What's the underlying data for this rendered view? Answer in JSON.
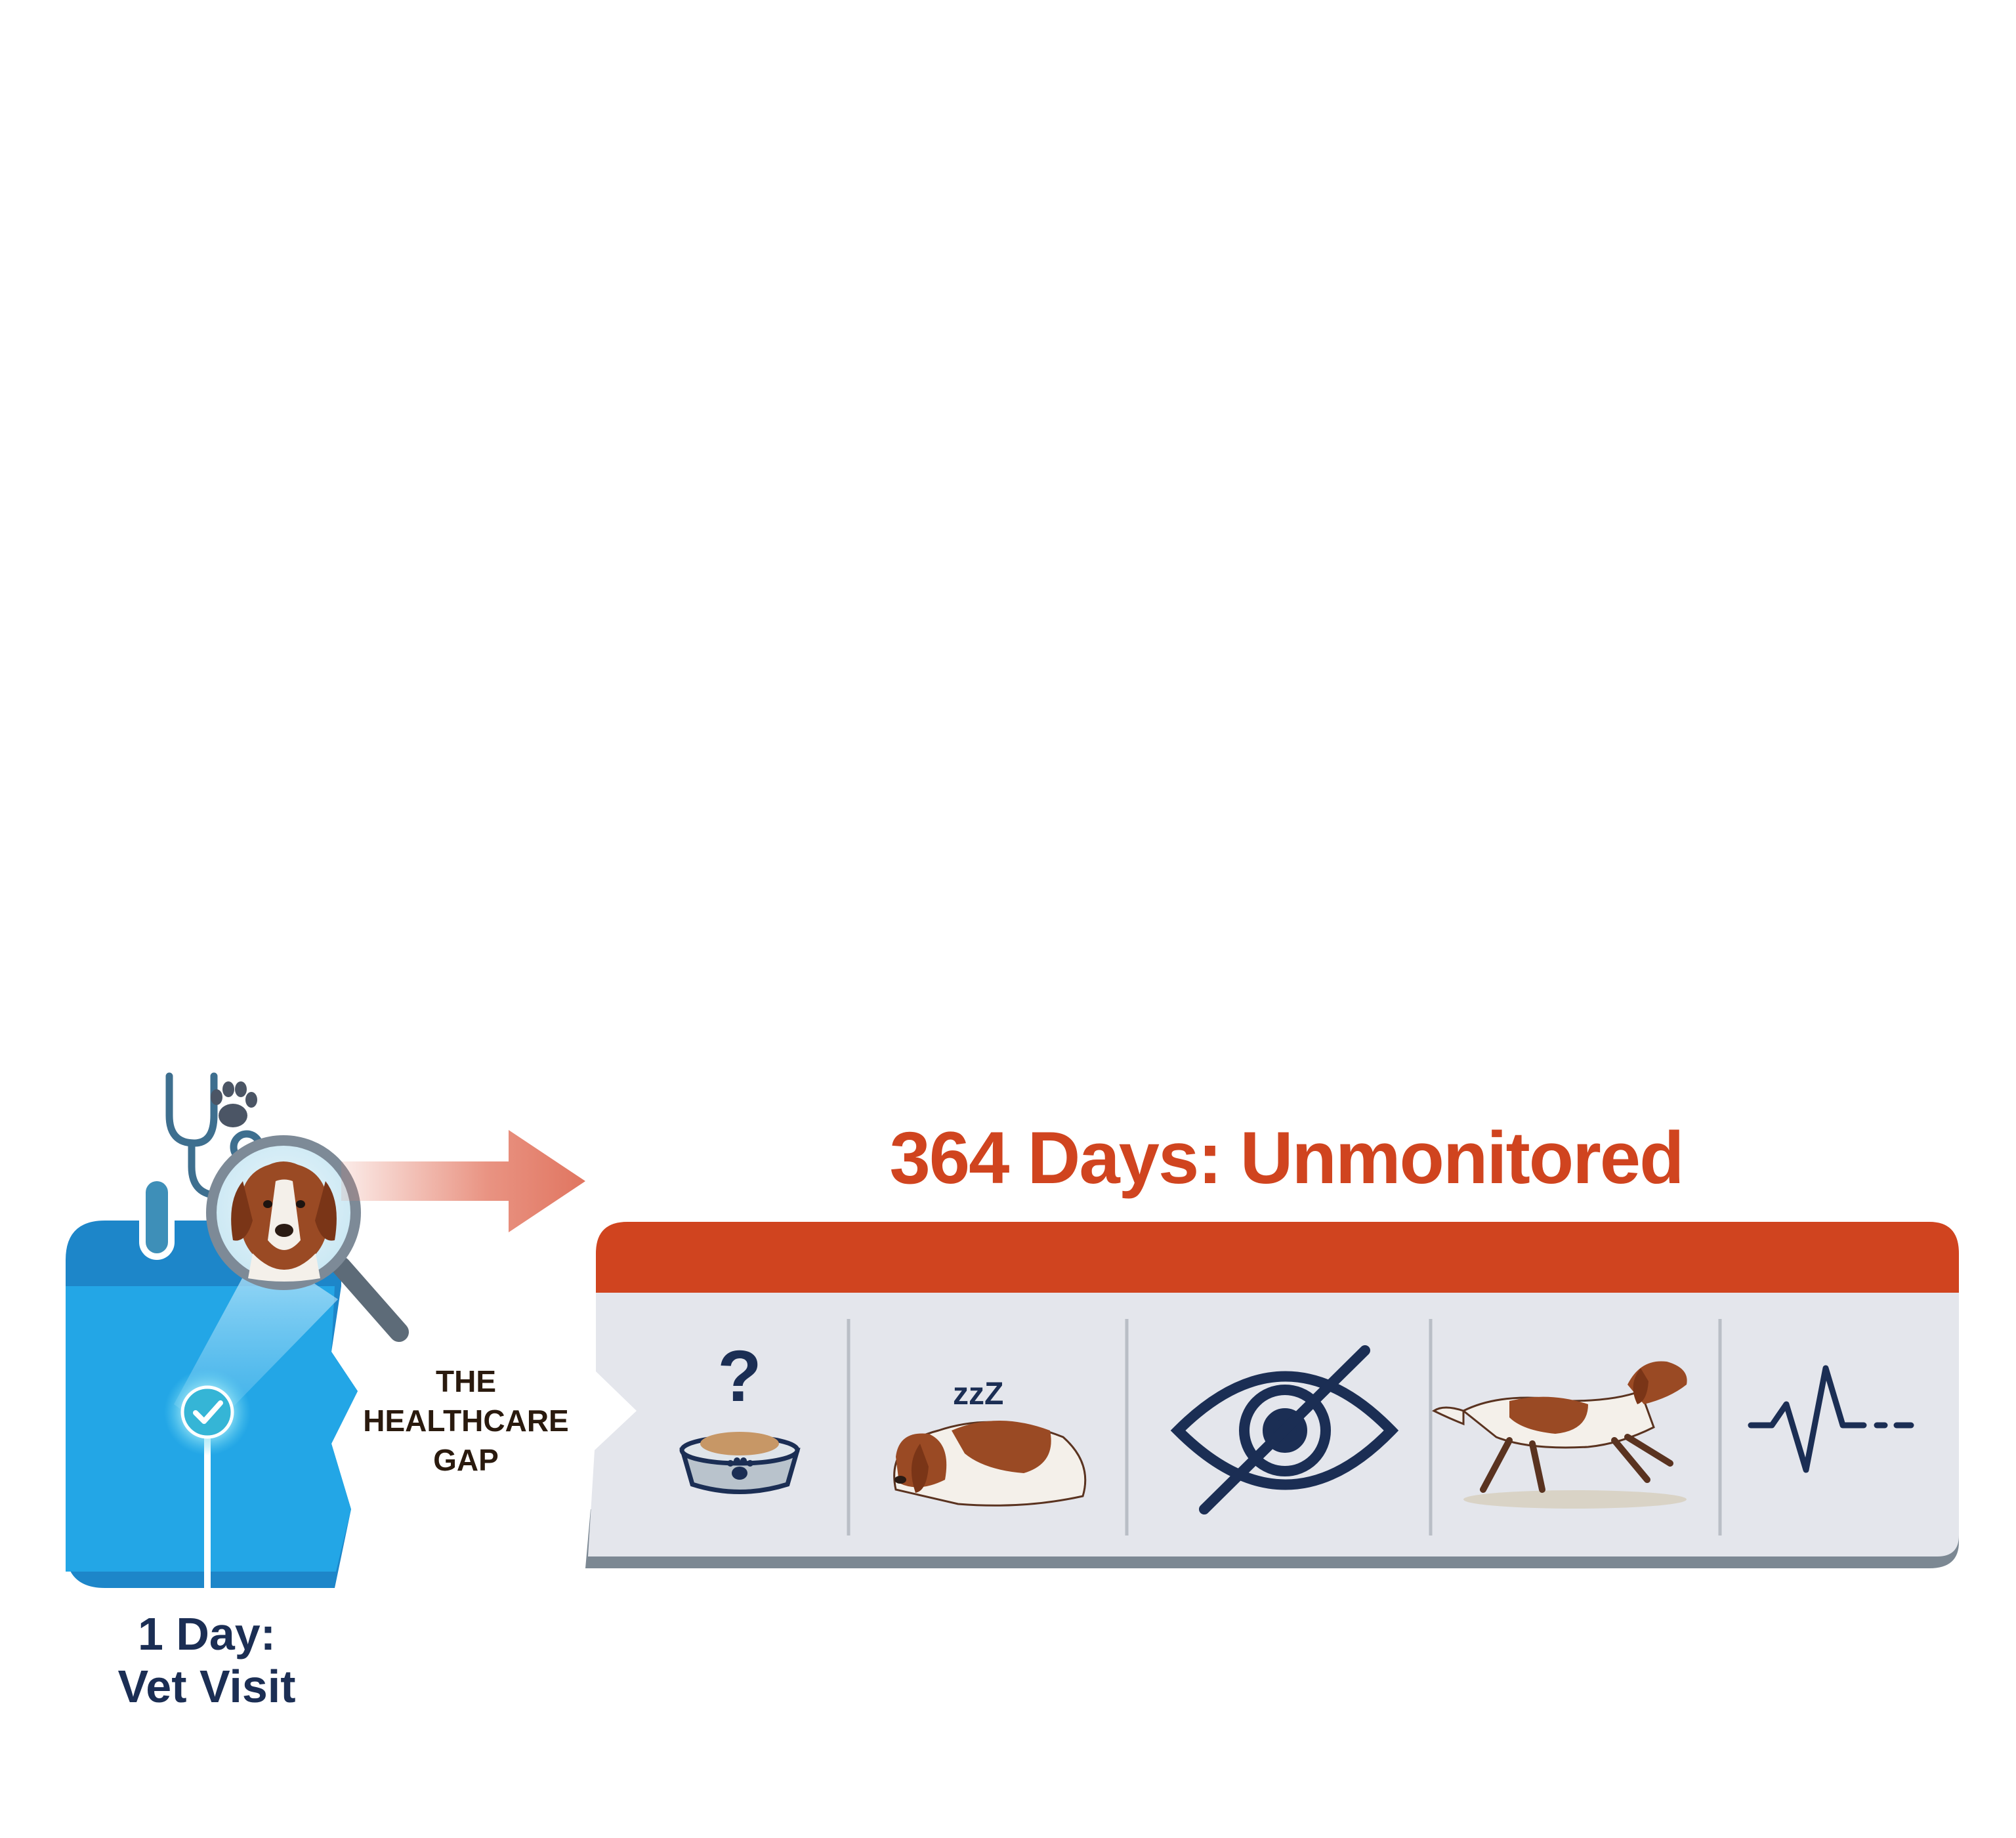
{
  "colors": {
    "calendar_blue": "#23a6e6",
    "calendar_dark_blue": "#1d86c9",
    "unmonitored_orange": "#d0441f",
    "navy": "#1b2e54",
    "panel_gray": "#e4e6ec",
    "panel_shadow": "#7c8893",
    "arrow_salmon": "#e5806c",
    "dog_brown": "#9a4a24"
  },
  "vet_visit": {
    "line1": "1 Day:",
    "line2": "Vet Visit",
    "icons": [
      "stethoscope-icon",
      "paw-icon",
      "magnifier-icon",
      "dog-portrait",
      "checkmark-icon"
    ]
  },
  "gap": {
    "line1": "THE",
    "line2": "HEALTHCARE",
    "line3": "GAP"
  },
  "unmonitored": {
    "title": "364 Days: Unmonitored",
    "panel_icons": [
      "food-bowl-question-icon",
      "sleeping-dog-icon",
      "eye-crossed-icon",
      "running-dog-icon",
      "heartbeat-icon"
    ],
    "sleep_glyph": "zzZ",
    "question_glyph": "?"
  }
}
